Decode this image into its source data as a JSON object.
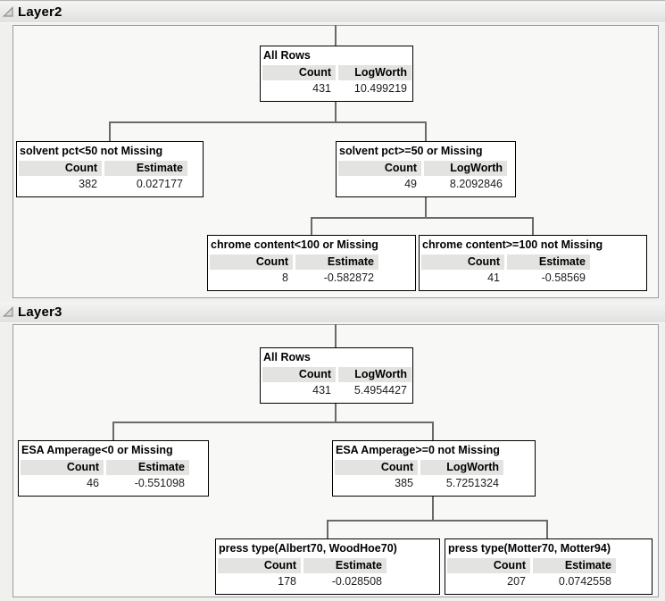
{
  "colors": {
    "connector": "#6a6a6a",
    "node_border": "#000000",
    "node_header_cell_bg": "#e3e3e2",
    "panel_bg": "#f8f8f7",
    "page_bg": "#f0f0ef"
  },
  "icons": {
    "disclosure_open": "open-disclosure-triangle"
  },
  "panels": [
    {
      "title": "Layer2",
      "nodes": [
        {
          "title": "All Rows",
          "col1": "Count",
          "col2": "LogWorth",
          "val1": "431",
          "val2": "10.499219"
        },
        {
          "title": "solvent pct<50 not Missing",
          "col1": "Count",
          "col2": "Estimate",
          "val1": "382",
          "val2": "0.027177"
        },
        {
          "title": "solvent pct>=50 or Missing",
          "col1": "Count",
          "col2": "LogWorth",
          "val1": "49",
          "val2": "8.2092846"
        },
        {
          "title": "chrome content<100 or Missing",
          "col1": "Count",
          "col2": "Estimate",
          "val1": "8",
          "val2": "-0.582872"
        },
        {
          "title": "chrome content>=100 not Missing",
          "col1": "Count",
          "col2": "Estimate",
          "val1": "41",
          "val2": "-0.58569"
        }
      ]
    },
    {
      "title": "Layer3",
      "nodes": [
        {
          "title": "All Rows",
          "col1": "Count",
          "col2": "LogWorth",
          "val1": "431",
          "val2": "5.4954427"
        },
        {
          "title": "ESA Amperage<0 or Missing",
          "col1": "Count",
          "col2": "Estimate",
          "val1": "46",
          "val2": "-0.551098"
        },
        {
          "title": "ESA Amperage>=0 not Missing",
          "col1": "Count",
          "col2": "LogWorth",
          "val1": "385",
          "val2": "5.7251324"
        },
        {
          "title": "press type(Albert70, WoodHoe70)",
          "col1": "Count",
          "col2": "Estimate",
          "val1": "178",
          "val2": "-0.028508"
        },
        {
          "title": "press type(Motter70, Motter94)",
          "col1": "Count",
          "col2": "Estimate",
          "val1": "207",
          "val2": "0.0742558"
        }
      ]
    }
  ]
}
